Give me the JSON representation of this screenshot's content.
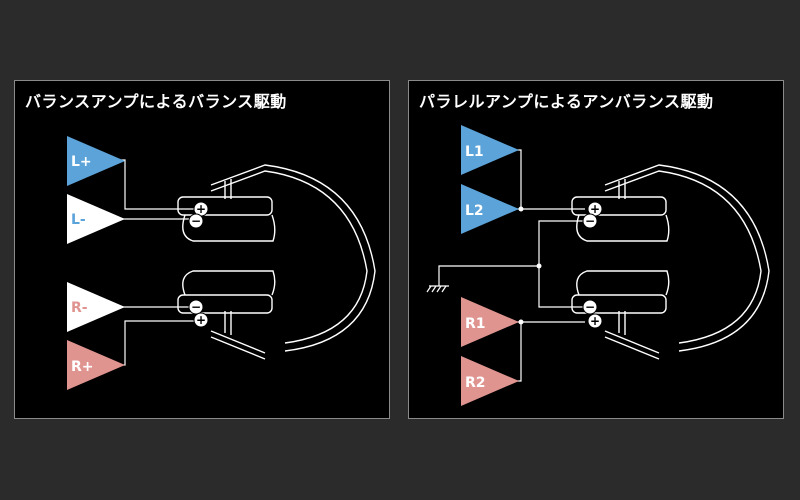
{
  "colors": {
    "background": "#2b2b2b",
    "panel": "#000000",
    "left_channel": "#5ba3d9",
    "right_channel": "#e09490",
    "white_amp": "#ffffff",
    "wire": "#ffffff"
  },
  "panels": [
    {
      "title": "バランスアンプによるバランス駆動",
      "amps": [
        {
          "label": "L+",
          "color": "left_channel"
        },
        {
          "label": "L-",
          "color": "white_amp",
          "label_color": "left_channel"
        },
        {
          "label": "R-",
          "color": "white_amp",
          "label_color": "right_channel"
        },
        {
          "label": "R+",
          "color": "right_channel"
        }
      ],
      "terminals": {
        "top": [
          "+",
          "−"
        ],
        "bottom": [
          "−",
          "+"
        ]
      }
    },
    {
      "title": "パラレルアンプによるアンバランス駆動",
      "amps": [
        {
          "label": "L1",
          "color": "left_channel"
        },
        {
          "label": "L2",
          "color": "left_channel"
        },
        {
          "label": "R1",
          "color": "right_channel"
        },
        {
          "label": "R2",
          "color": "right_channel"
        }
      ],
      "terminals": {
        "top": [
          "+",
          "−"
        ],
        "bottom": [
          "−",
          "+"
        ]
      }
    }
  ]
}
